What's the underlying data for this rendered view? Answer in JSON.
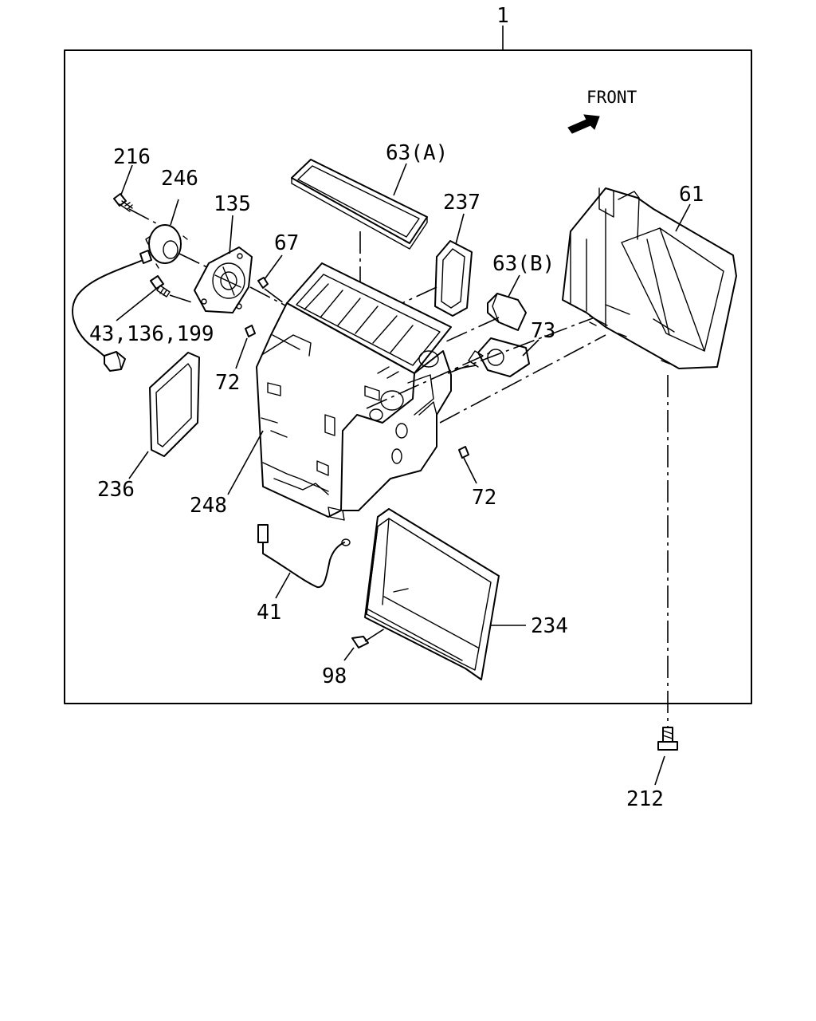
{
  "callouts": {
    "assembly": "1",
    "front_label": "FRONT",
    "c216": "216",
    "c246": "246",
    "c135": "135",
    "c63a": "63(A)",
    "c237": "237",
    "c61": "61",
    "c67": "67",
    "c63b": "63(B)",
    "c73": "73",
    "c43": "43,136,199",
    "c72a": "72",
    "c72b": "72",
    "c236": "236",
    "c248": "248",
    "c41": "41",
    "c234": "234",
    "c98": "98",
    "c212": "212"
  },
  "icons": {
    "front_arrow": "front-arrow-icon"
  }
}
